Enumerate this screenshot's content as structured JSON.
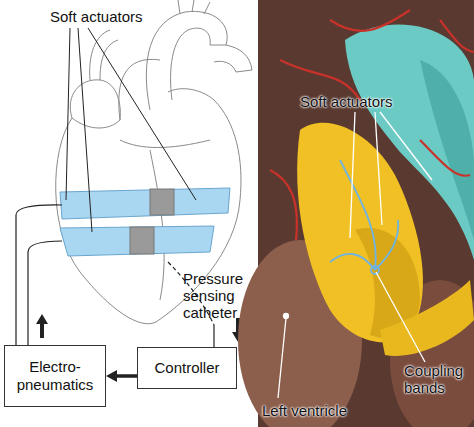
{
  "diagram": {
    "nodes": [
      {
        "text": [
          "Electro- pneumatics"
        ]
      },
      {
        "text": [
          "Controller"
        ]
      }
    ],
    "edges": [
      {
        "from": 1,
        "to": 0,
        "arrow": "to"
      }
    ],
    "labels": [
      "Soft actuators",
      "Pressure sensing catheter",
      "Soft actuators",
      "Left ventricle",
      "Coupling bands"
    ]
  }
}
